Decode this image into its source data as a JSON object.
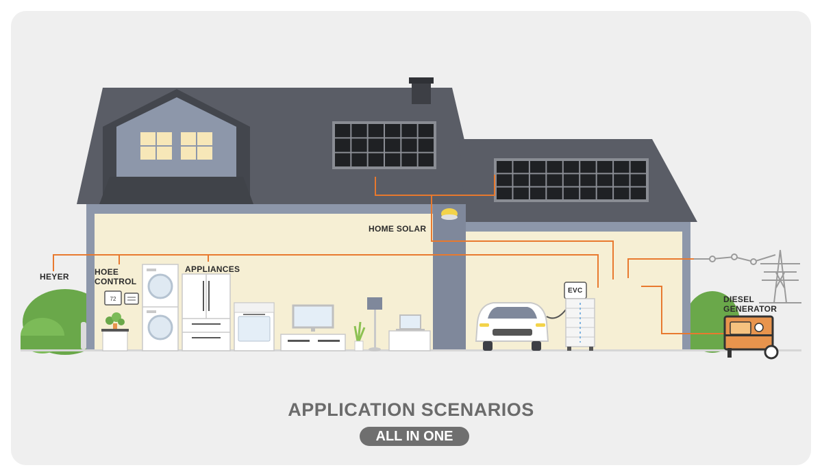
{
  "labels": {
    "home_solar": "HOME SOLAR",
    "heyer": "HEYER",
    "hoee_control": "HOEE\nCONTROL",
    "appliances": "APPLIANCES",
    "evc": "EVC",
    "diesel_generator": "DIESEL\nGENERATOR"
  },
  "footer": {
    "title": "APPLICATION SCENARIOS",
    "badge": "ALL IN ONE"
  },
  "thermostat_readout": "72",
  "colors": {
    "background": "#efefef",
    "roof": "#5a5d66",
    "roof_dark": "#43464d",
    "wall_interior": "#f6efd4",
    "wall_frame": "#8d97aa",
    "connector": "#e8792e",
    "generator": "#e8944d",
    "bush": "#6aa84a",
    "grid_lines": "#9a9a9a"
  }
}
